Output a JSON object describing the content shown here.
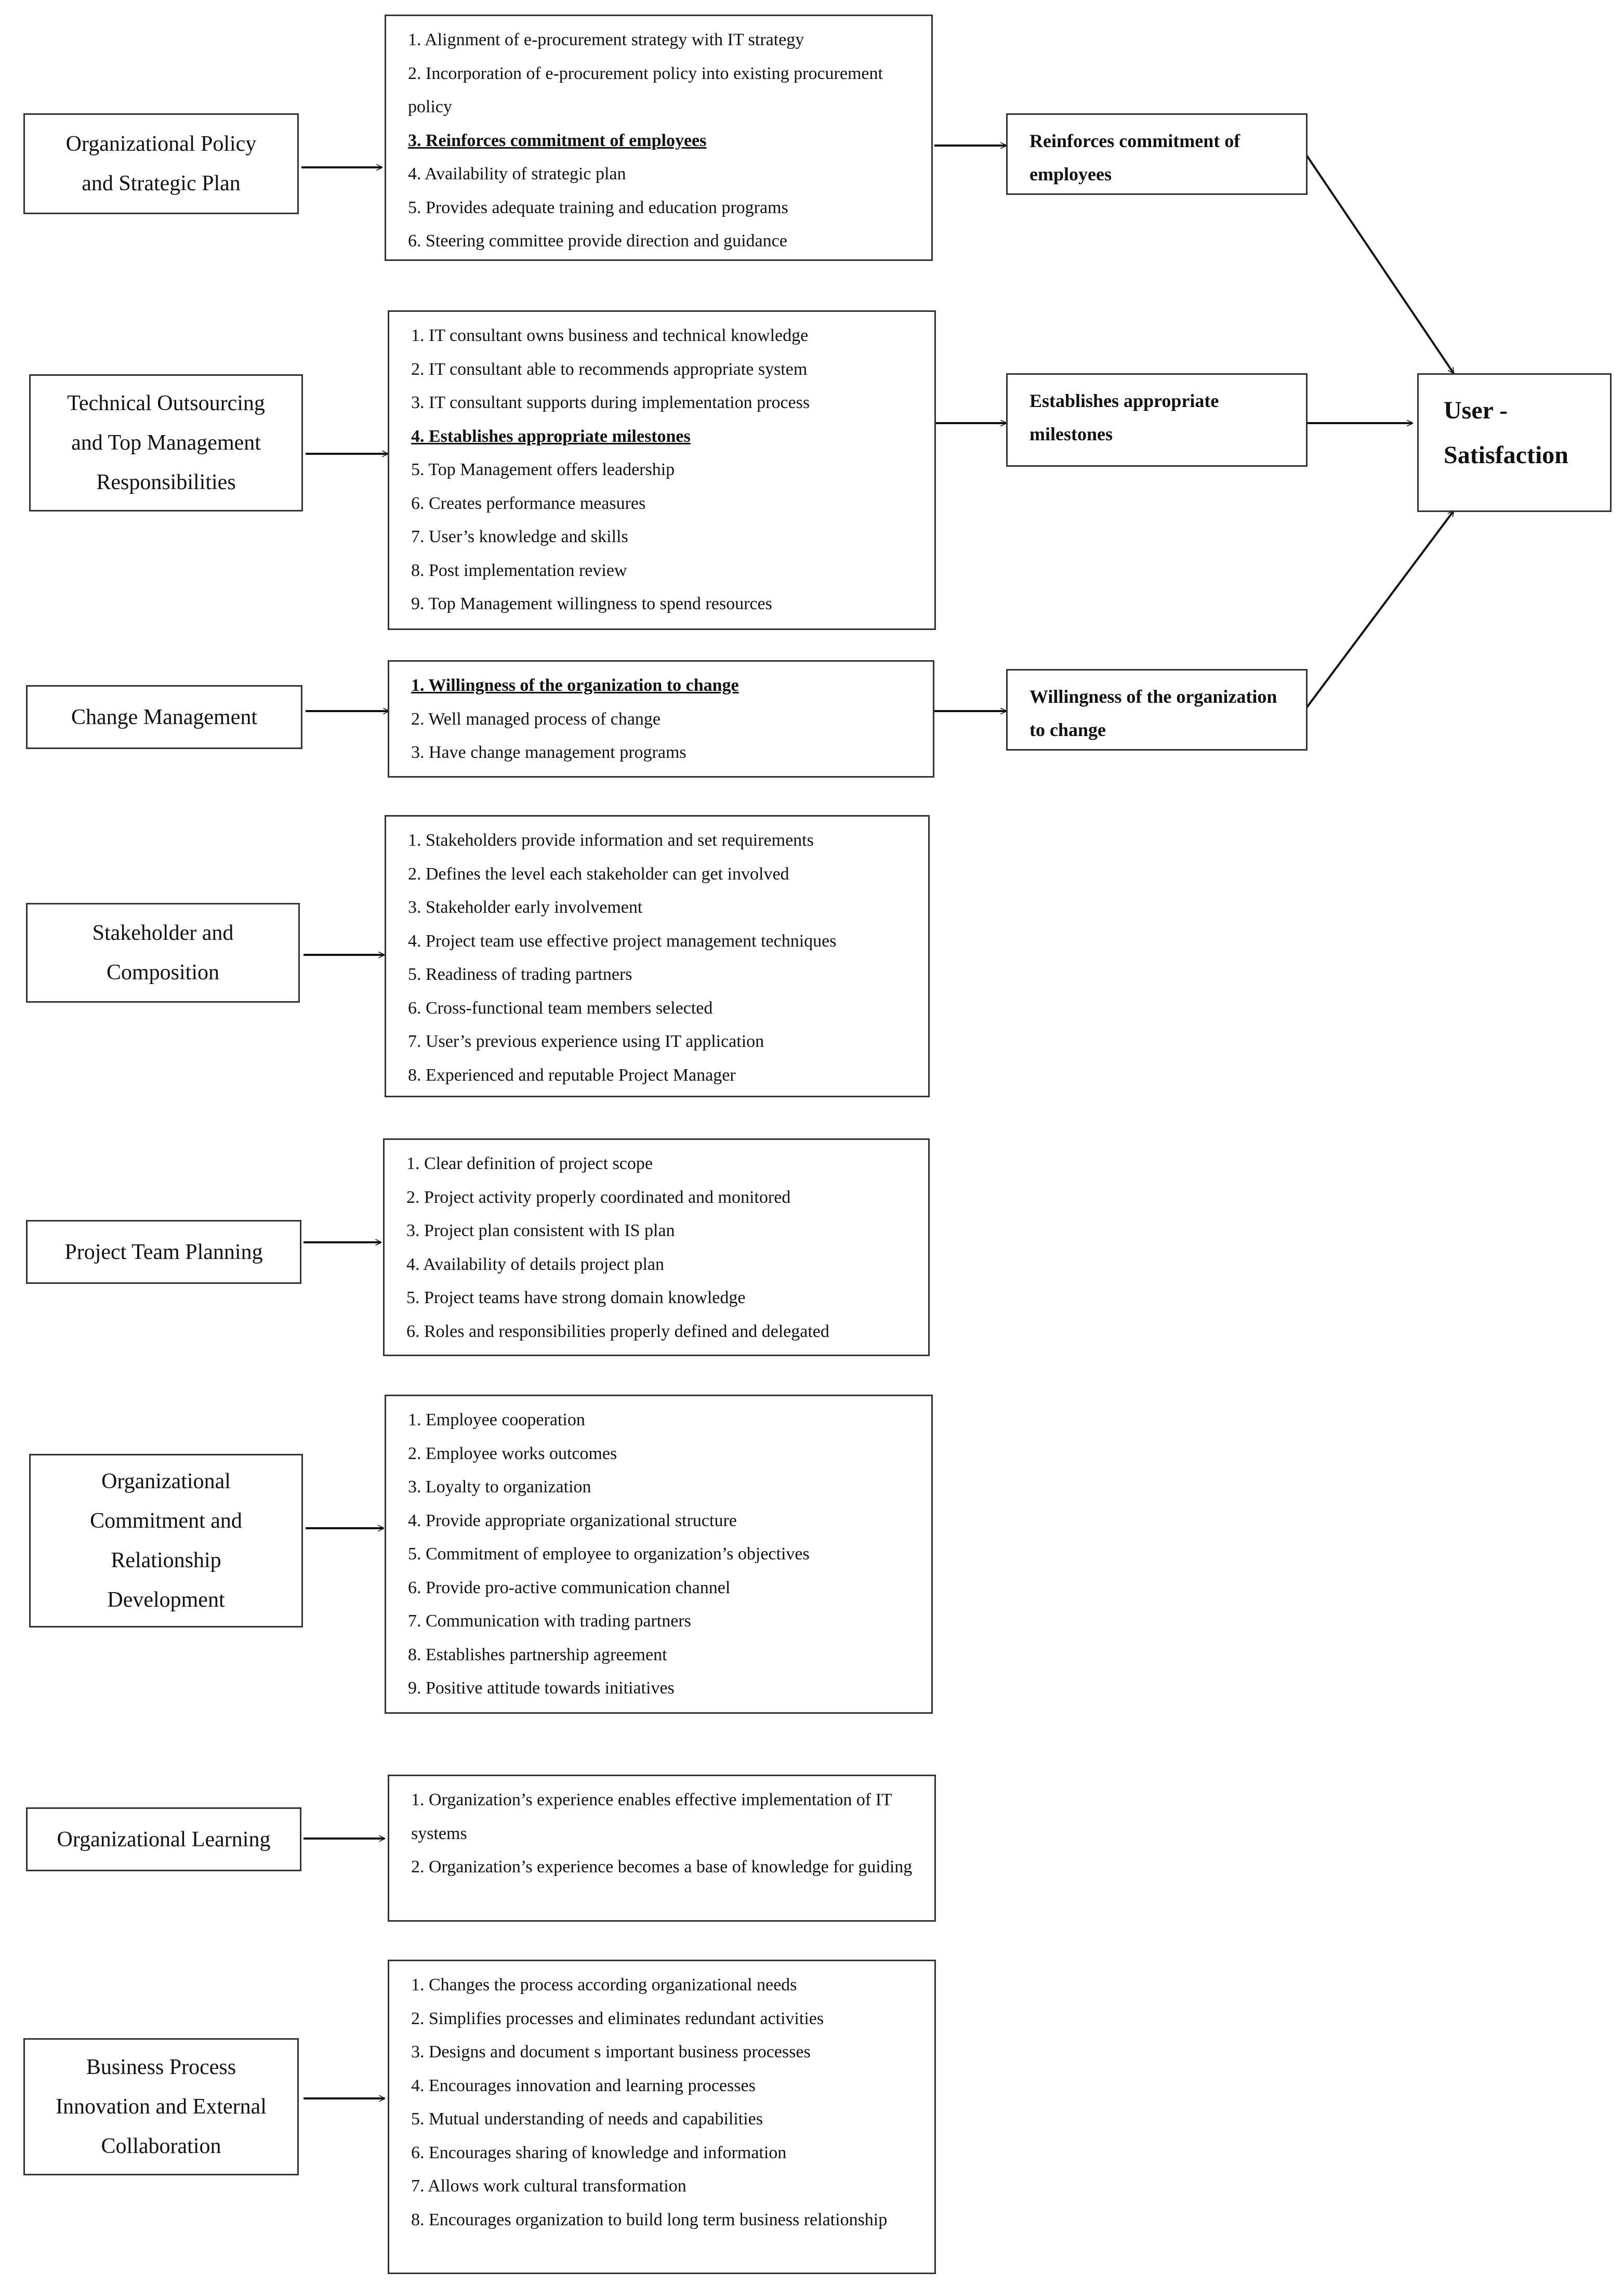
{
  "factors": [
    {
      "id": "org-policy",
      "label": "Organizational Policy\nand Strategic Plan"
    },
    {
      "id": "technical-outsourcing",
      "label": "Technical Outsourcing\nand Top Management\nResponsibilities"
    },
    {
      "id": "change-management",
      "label": "Change Management"
    },
    {
      "id": "stakeholder",
      "label": "Stakeholder and\nComposition"
    },
    {
      "id": "project-team-planning",
      "label": "Project Team Planning"
    },
    {
      "id": "org-commitment",
      "label": "Organizational\nCommitment and\nRelationship\nDevelopment"
    },
    {
      "id": "org-learning",
      "label": "Organizational Learning"
    },
    {
      "id": "business-process",
      "label": "Business Process\nInnovation and External\nCollaboration"
    }
  ],
  "criteria": [
    {
      "items": [
        "1. Alignment of e-procurement strategy with IT strategy",
        "2. Incorporation of e-procurement policy into existing procurement policy",
        "3. Reinforces commitment of employees",
        "4. Availability of strategic plan",
        "5. Provides adequate training and education programs",
        "6. Steering committee provide direction and guidance"
      ]
    },
    {
      "items": [
        "1. IT consultant owns business and technical knowledge",
        "2. IT consultant able to recommends appropriate system",
        "3. IT consultant supports during implementation process",
        "4. Establishes appropriate milestones",
        "5. Top Management offers leadership",
        "6. Creates performance measures",
        "7. User’s knowledge and skills",
        "8. Post implementation review",
        "9. Top Management willingness to spend resources"
      ]
    },
    {
      "items": [
        "1. Willingness of the organization to change",
        "2. Well managed process of change",
        "3. Have change management programs"
      ]
    },
    {
      "items": [
        "1. Stakeholders provide information and set requirements",
        "2. Defines the level each stakeholder can get involved",
        "3. Stakeholder early involvement",
        "4. Project team use effective project management techniques",
        "5. Readiness of trading partners",
        "6. Cross-functional team members selected",
        "7. User’s previous experience using IT application",
        "8. Experienced and reputable Project Manager"
      ]
    },
    {
      "items": [
        "1. Clear definition of project scope",
        "2. Project activity properly coordinated and monitored",
        "3. Project plan consistent with IS plan",
        "4. Availability of details project plan",
        "5. Project teams have strong domain knowledge",
        "6. Roles and responsibilities properly defined and delegated"
      ]
    },
    {
      "items": [
        "1. Employee cooperation",
        "2. Employee works outcomes",
        "3. Loyalty to organization",
        "4. Provide appropriate organizational structure",
        "5. Commitment of employee to organization’s objectives",
        "6. Provide pro-active communication channel",
        "7. Communication with trading partners",
        "8. Establishes partnership agreement",
        "9. Positive attitude towards initiatives"
      ]
    },
    {
      "items": [
        "1. Organization’s experience enables effective implementation of IT systems",
        "2. Organization’s experience becomes a base of knowledge for guiding"
      ]
    },
    {
      "items": [
        "1. Changes the process according organizational needs",
        "2. Simplifies processes and eliminates redundant activities",
        "3. Designs and document s important business processes",
        "4. Encourages innovation and learning processes",
        "5. Mutual understanding of needs and capabilities",
        "6. Encourages sharing of knowledge and information",
        "7. Allows work cultural transformation",
        "8. Encourages organization to build long term business relationship"
      ]
    }
  ],
  "outcomes": [
    {
      "label": "Reinforces commitment of employees"
    },
    {
      "label": "Establishes appropriate milestones"
    },
    {
      "label": "Willingness of the organization to change"
    }
  ],
  "final_outcome": {
    "label": "User - Satisfaction"
  }
}
